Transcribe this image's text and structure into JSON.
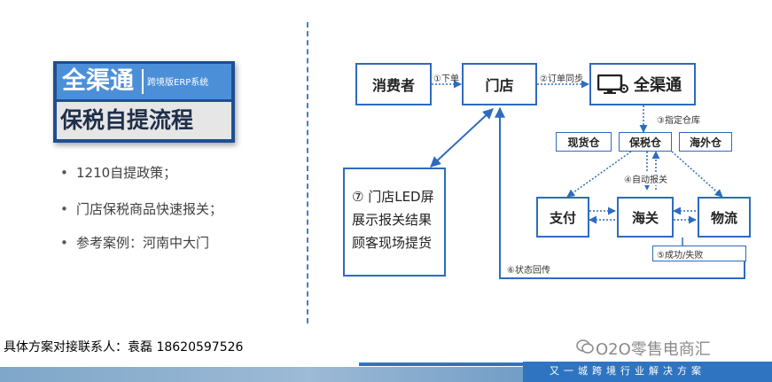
{
  "title": {
    "brand": "全渠通",
    "subtitle": "跨境版ERP系统",
    "flow_title": "保税自提流程"
  },
  "bullets": [
    "1210自提政策；",
    "门店保税商品快速报关；",
    "参考案例：河南中大门"
  ],
  "diagram": {
    "nodes": {
      "consumer": "消费者",
      "store": "门店",
      "platform": "全渠通",
      "pay": "支付",
      "customs": "海关",
      "logistics": "物流"
    },
    "warehouses": [
      "现货仓",
      "保税仓",
      "海外仓"
    ],
    "edge_labels": {
      "order": "①下单",
      "sync": "②订单同步",
      "assign": "③指定仓库",
      "declare": "④自动报关",
      "result": "⑤成功/失败",
      "status": "⑥状态回传"
    },
    "result_box": [
      "⑦ 门店LED屏",
      "展示报关结果",
      "顾客现场提货"
    ]
  },
  "contact": "具体方案对接联系人：袁磊 18620597526",
  "watermark": "O2O零售电商汇",
  "footer_slogan": "又一城跨境行业解决方案",
  "colors": {
    "accent": "#2e6bbf",
    "title_dark": "#1f4f8f",
    "title_light": "#4b8fd8"
  },
  "icons": [
    "monitor-gear-icon",
    "wechat-icon"
  ]
}
